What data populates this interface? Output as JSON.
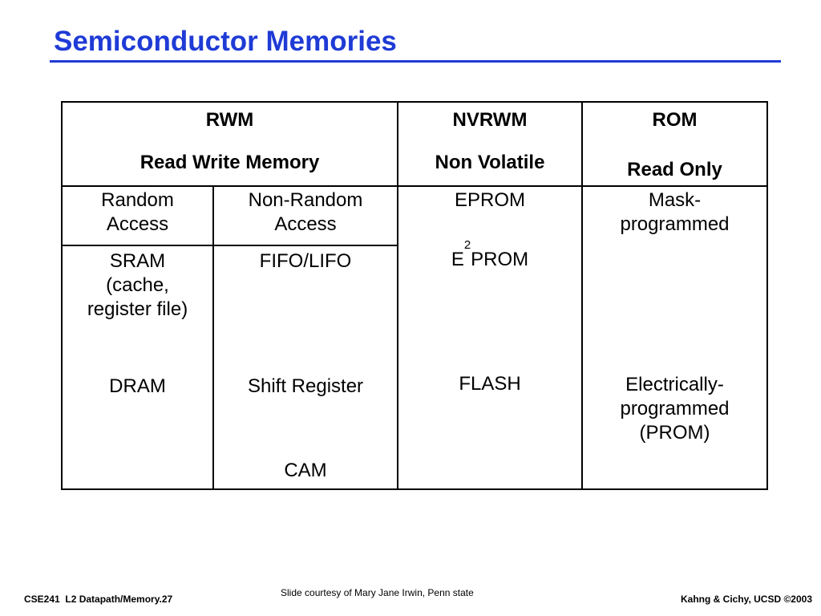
{
  "title": "Semiconductor Memories",
  "accent_color": "#1f3bd6",
  "table": {
    "headers": {
      "rwm": {
        "abbr": "RWM",
        "full": "Read Write Memory"
      },
      "nvrwm": {
        "abbr": "NVRWM",
        "full": "Non Volatile"
      },
      "rom": {
        "abbr": "ROM",
        "full": "Read Only"
      }
    },
    "subheaders": {
      "random": [
        "Random",
        "Access"
      ],
      "non_random": [
        "Non-Random",
        "Access"
      ],
      "eprom": "EPROM",
      "mask": [
        "Mask-",
        "programmed"
      ]
    },
    "random_items": {
      "sram": [
        "SRAM",
        "(cache,",
        "register file)"
      ],
      "dram": "DRAM"
    },
    "non_random_items": {
      "fifo": "FIFO/LIFO",
      "shift": "Shift Register",
      "cam": "CAM"
    },
    "nvrwm_items": {
      "e2prom_prefix": "E",
      "e2prom_sup": "2",
      "e2prom_suffix": "PROM",
      "flash": "FLASH"
    },
    "rom_items": {
      "electrical": [
        "Electrically-",
        "programmed",
        "(PROM)"
      ]
    }
  },
  "footer": {
    "left": "CSE241  L2 Datapath/Memory.27",
    "center": "Slide courtesy of Mary Jane Irwin, Penn state",
    "right": "Kahng & Cichy, UCSD ©2003"
  }
}
